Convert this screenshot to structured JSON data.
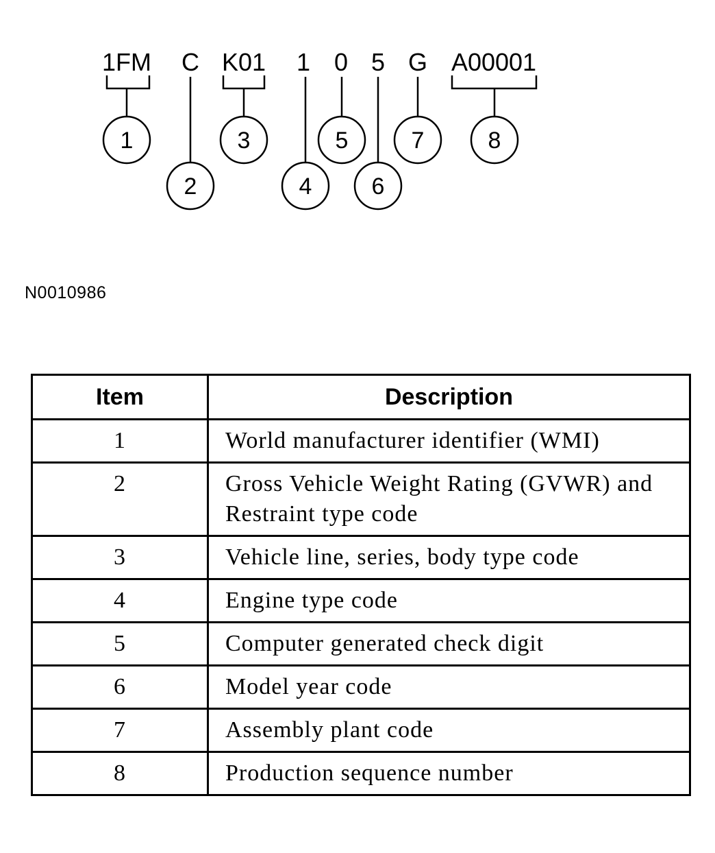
{
  "diagram": {
    "segments": [
      "1FM",
      "C",
      "K01",
      "1",
      "0",
      "5",
      "G",
      "A00001"
    ],
    "callouts": [
      "1",
      "2",
      "3",
      "4",
      "5",
      "6",
      "7",
      "8"
    ],
    "figure_id": "N0010986"
  },
  "table": {
    "headers": {
      "item": "Item",
      "description": "Description"
    },
    "rows": [
      {
        "item": "1",
        "description": "World manufacturer identifier (WMI)"
      },
      {
        "item": "2",
        "description": "Gross Vehicle Weight Rating (GVWR) and Restraint type code"
      },
      {
        "item": "3",
        "description": "Vehicle line, series, body type code"
      },
      {
        "item": "4",
        "description": "Engine type code"
      },
      {
        "item": "5",
        "description": "Computer generated check digit"
      },
      {
        "item": "6",
        "description": "Model year code"
      },
      {
        "item": "7",
        "description": "Assembly plant code"
      },
      {
        "item": "8",
        "description": "Production sequence number"
      }
    ]
  }
}
